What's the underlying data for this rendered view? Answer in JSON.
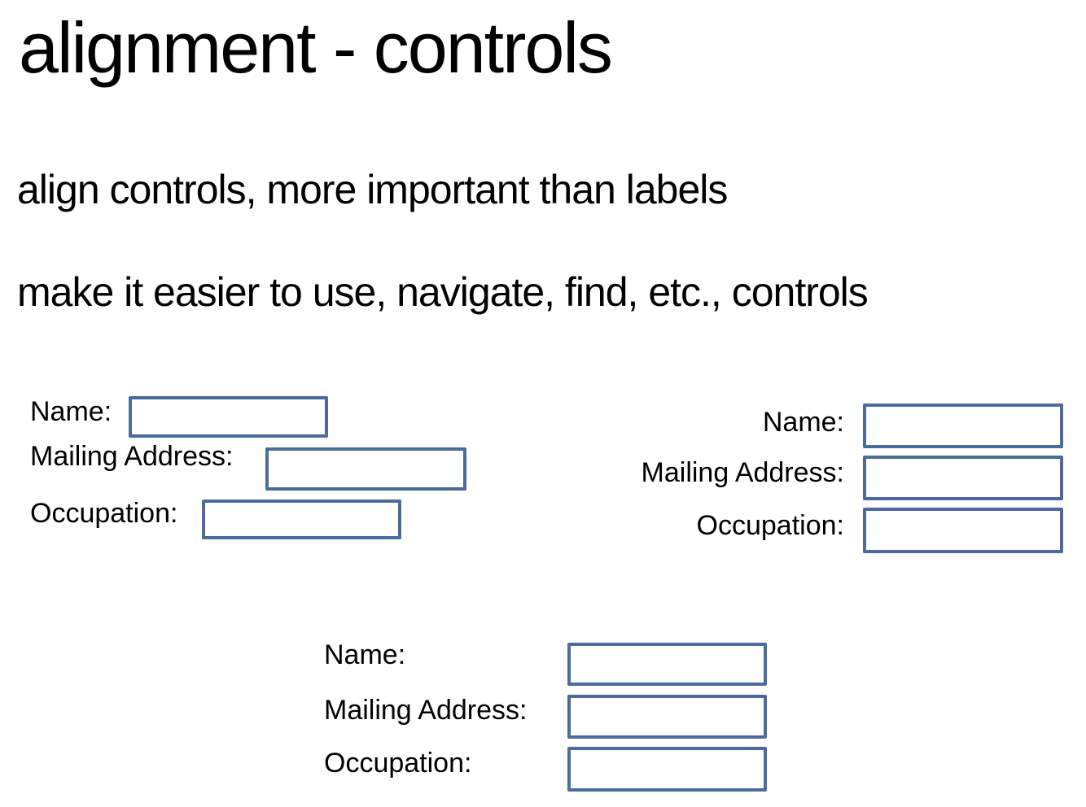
{
  "slide": {
    "title": "alignment - controls",
    "body_lines": [
      "align controls, more important than labels",
      "make it easier to use, navigate, find, etc., controls"
    ]
  },
  "forms": {
    "left": {
      "rows": [
        {
          "label": "Name:",
          "value": ""
        },
        {
          "label": "Mailing Address:",
          "value": ""
        },
        {
          "label": "Occupation:",
          "value": ""
        }
      ]
    },
    "right": {
      "rows": [
        {
          "label": "Name:",
          "value": ""
        },
        {
          "label": "Mailing Address:",
          "value": ""
        },
        {
          "label": "Occupation:",
          "value": ""
        }
      ]
    },
    "bottom": {
      "rows": [
        {
          "label": "Name:",
          "value": ""
        },
        {
          "label": "Mailing Address:",
          "value": ""
        },
        {
          "label": "Occupation:",
          "value": ""
        }
      ]
    }
  },
  "colors": {
    "background": "#ffffff",
    "text": "#000000",
    "control_border": "#4a6b9b",
    "control_fill": "#ffffff"
  }
}
